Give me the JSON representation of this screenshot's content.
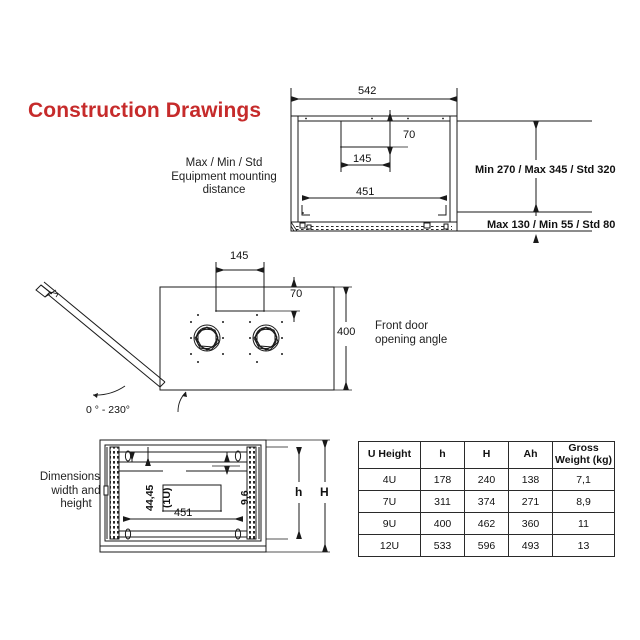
{
  "page": {
    "title": "Construction Drawings",
    "title_color": "#c62b2b",
    "background": "#ffffff",
    "line_color": "#1a1a1a"
  },
  "annotations": {
    "equipment_mounting": "Max / Min / Std\nEquipment mounting\ndistance",
    "dimensions_note": "Dimensions in\nwidth and\nheight",
    "front_door": "Front door\nopening angle"
  },
  "top_view": {
    "width_overall": "542",
    "opening_width": "145",
    "opening_depth": "70",
    "inner_width": "451",
    "depth_range": "Min 270 / Max 345 / Std 320",
    "rear_range": "Max 130 / Min 55 / Std 80"
  },
  "front_view": {
    "opening_width": "145",
    "opening_depth": "70",
    "height": "400",
    "door_angle": "0 ° - 230°"
  },
  "section_view": {
    "unit_pitch": "44,45",
    "unit_label": "(1U)",
    "rail_offset": "9,6",
    "inner_width": "451",
    "height_small": "h",
    "height_large": "H"
  },
  "spec_table": {
    "headers": [
      "U Height",
      "h",
      "H",
      "Ah",
      "Gross\nWeight (kg)"
    ],
    "rows": [
      [
        "4U",
        "178",
        "240",
        "138",
        "7,1"
      ],
      [
        "7U",
        "311",
        "374",
        "271",
        "8,9"
      ],
      [
        "9U",
        "400",
        "462",
        "360",
        "11"
      ],
      [
        "12U",
        "533",
        "596",
        "493",
        "13"
      ]
    ]
  }
}
